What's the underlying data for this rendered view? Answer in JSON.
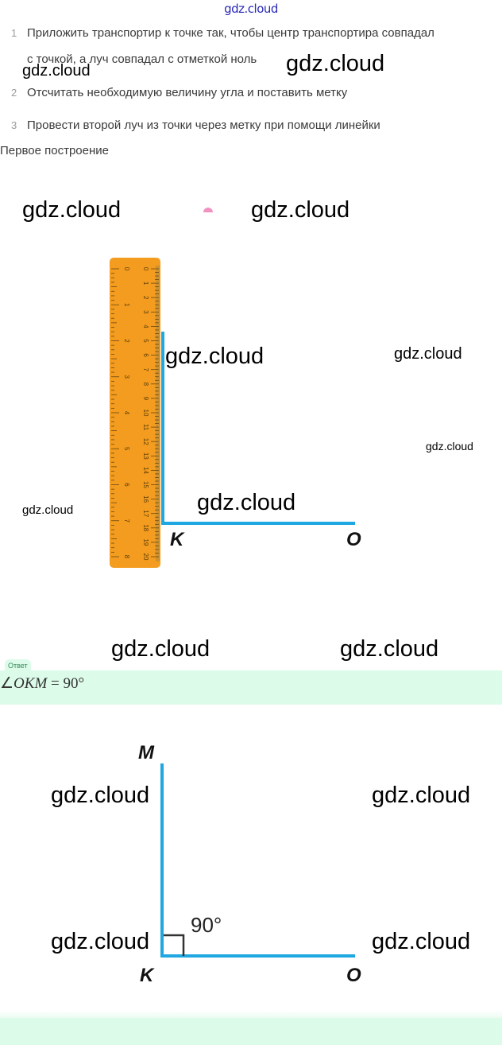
{
  "header": {
    "watermark": "gdz.cloud"
  },
  "steps": [
    {
      "num": "1",
      "line1": "Приложить транспортир к точке так, чтобы центр транспортира совпадал",
      "line2": "с точкой, а луч совпадал с отметкой ноль"
    },
    {
      "num": "2",
      "line1": "Отсчитать необходимую величину угла и поставить метку"
    },
    {
      "num": "3",
      "line1": "Провести второй луч из точки через метку при помощи линейки"
    }
  ],
  "section_title": "Первое построение",
  "watermarks": {
    "text": "gdz.cloud"
  },
  "figure1": {
    "ruler": {
      "cm_labels": [
        "0",
        "1",
        "2",
        "3",
        "4",
        "5",
        "6",
        "7",
        "8"
      ],
      "inch_labels": [
        "0",
        "1",
        "2",
        "3",
        "4",
        "5",
        "6",
        "7",
        "8",
        "9",
        "10",
        "11",
        "12",
        "13",
        "14",
        "15",
        "16",
        "17",
        "18",
        "19",
        "20"
      ],
      "color": "#f39c1f"
    },
    "point_label": "K",
    "ray_end_label": "O",
    "line_color": "#1ea7e1"
  },
  "answer": {
    "label": "Ответ",
    "angle_symbol": "∠",
    "angle_name": "OKM",
    "equals": "=",
    "value": "90°"
  },
  "figure2": {
    "top_label": "M",
    "vertex_label": "K",
    "end_label": "O",
    "angle_text": "90°",
    "line_color": "#1ea7e1"
  }
}
